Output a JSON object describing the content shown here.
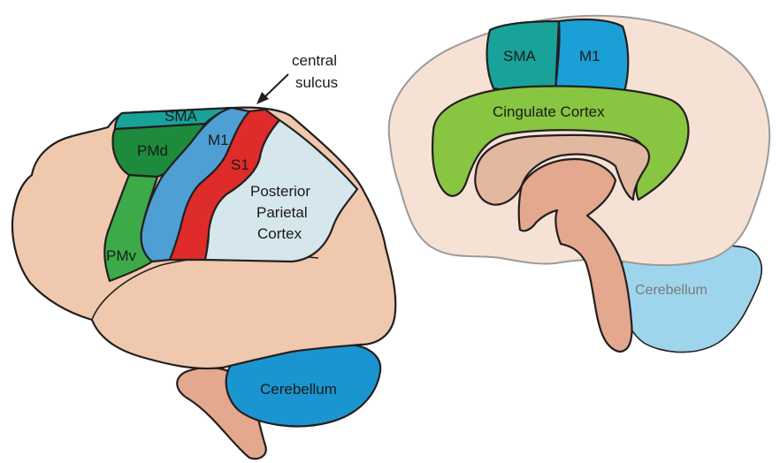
{
  "lateral_view": {
    "labels": {
      "sma": "SMA",
      "pmd": "PMd",
      "pmv": "PMv",
      "m1": "M1",
      "s1": "S1",
      "ppc_line1": "Posterior",
      "ppc_line2": "Parietal",
      "ppc_line3": "Cortex",
      "cerebellum": "Cerebellum"
    },
    "annotation": {
      "line1": "central",
      "line2": "sulcus"
    }
  },
  "medial_view": {
    "labels": {
      "sma": "SMA",
      "m1": "M1",
      "cingulate": "Cingulate Cortex",
      "cerebellum": "Cerebellum"
    }
  },
  "colors": {
    "brain": "#efc8ad",
    "brain_medial": "#f6e2d4",
    "brainstem": "#e3a88d",
    "sma": "#18a29a",
    "pmd": "#1d8a3c",
    "pmv": "#3caa48",
    "m1": "#4d9fd4",
    "m1_medial": "#1aa0d6",
    "s1": "#e02b2b",
    "ppc": "#d5e6ec",
    "cerebellum": "#1b95cf",
    "cerebellum_medial": "#9fd5ec",
    "cingulate": "#88c540"
  }
}
